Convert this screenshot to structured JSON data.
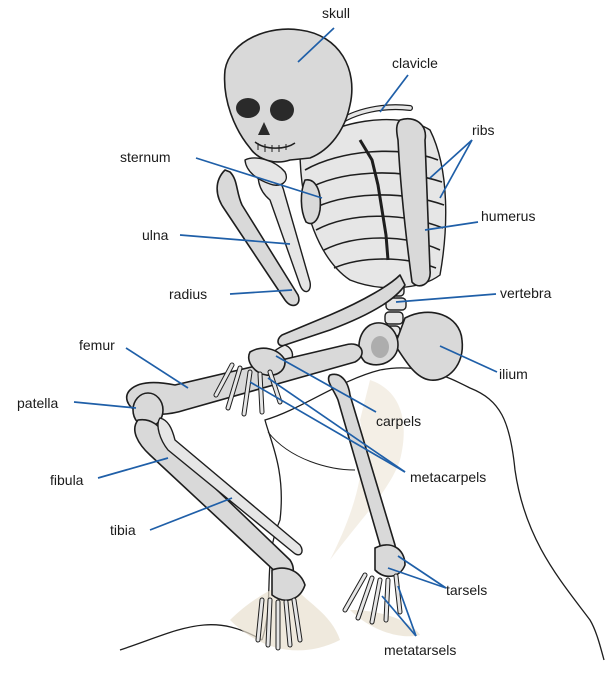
{
  "colors": {
    "label_line": "#1f5fa8",
    "bone_fill": "#d9d9d9",
    "outline": "#1e1e1e",
    "shadow": "#e8dfcf"
  },
  "labels": {
    "skull": "skull",
    "clavicle": "clavicle",
    "ribs": "ribs",
    "sternum": "sternum",
    "humerus": "humerus",
    "ulna": "ulna",
    "radius": "radius",
    "vertebra": "vertebra",
    "femur": "femur",
    "ilium": "ilium",
    "patella": "patella",
    "carpels": "carpels",
    "metacarpels": "metacarpels",
    "fibula": "fibula",
    "tibia": "tibia",
    "tarsels": "tarsels",
    "metatarsels": "metatarsels"
  }
}
